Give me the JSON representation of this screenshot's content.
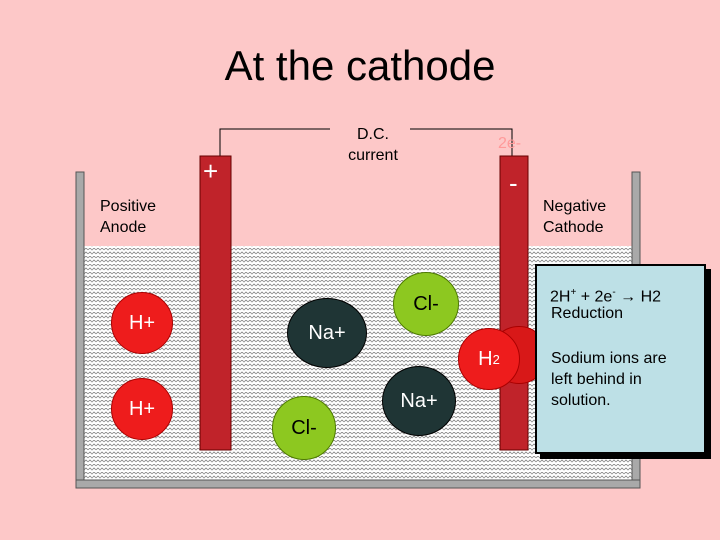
{
  "title": "At the cathode",
  "circuit": {
    "label_line1": "D.C.",
    "label_line2": "current",
    "electrons": "2e-"
  },
  "anode": {
    "sign": "+",
    "label_line1": "Positive",
    "label_line2": "Anode"
  },
  "cathode": {
    "sign": "-",
    "label_line1": "Negative",
    "label_line2": "Cathode"
  },
  "ions": {
    "h1": "H+",
    "h2": "H+",
    "na1": "Na+",
    "na2": "Na+",
    "cl1": "Cl-",
    "cl2": "Cl-",
    "h2_gas": "H",
    "h2_sub": "2"
  },
  "reaction_box": {
    "lhs": "2H",
    "lhs_sup": "+",
    "plus": " + 2e",
    "e_sup": "-",
    "arrow": "→",
    "rhs": " H2",
    "type": "Reduction",
    "note": "Sodium ions are left behind in solution."
  },
  "colors": {
    "background": "#fdc8c8",
    "electrode": "#c0232a",
    "h_ion": "#ee1c1c",
    "na_ion": "#1f3535",
    "cl_ion": "#8dc820",
    "box": "#bde0e6"
  }
}
